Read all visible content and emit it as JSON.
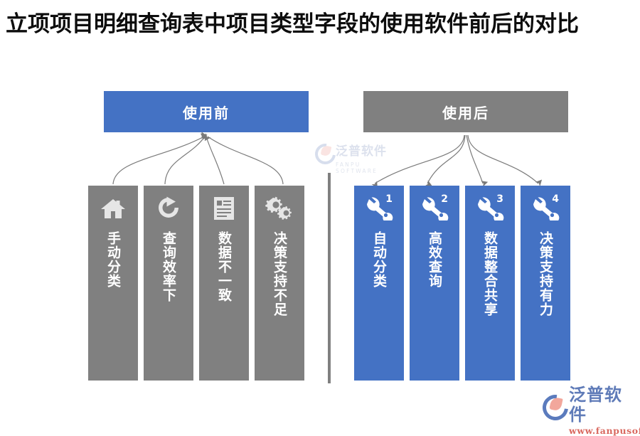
{
  "title": "立项项目明细查询表中项目类型字段的使用软件前后的对比",
  "panels": {
    "before": {
      "header": "使用前",
      "header_color": "#4472c4",
      "card_color": "#808080",
      "cards": [
        {
          "icon": "home-icon",
          "label": "手动分类"
        },
        {
          "icon": "refresh-icon",
          "label": "查询效率下"
        },
        {
          "icon": "document-icon",
          "label": "数据不一致"
        },
        {
          "icon": "gears-icon",
          "label": "决策支持不足"
        }
      ]
    },
    "after": {
      "header": "使用后",
      "header_color": "#808080",
      "card_color": "#4472c4",
      "cards": [
        {
          "icon": "wrench-icon",
          "number": "1",
          "label": "自动分类"
        },
        {
          "icon": "wrench-icon",
          "number": "2",
          "label": "高效查询"
        },
        {
          "icon": "wrench-icon",
          "number": "3",
          "label": "数据整合共享"
        },
        {
          "icon": "wrench-icon",
          "number": "4",
          "label": "决策支持有力"
        }
      ]
    }
  },
  "watermark": {
    "cn": "泛普软件",
    "en": "FANPU SOFTWARE"
  },
  "logo": {
    "cn": "泛普软件",
    "url": "www.fanpusoft.com"
  }
}
